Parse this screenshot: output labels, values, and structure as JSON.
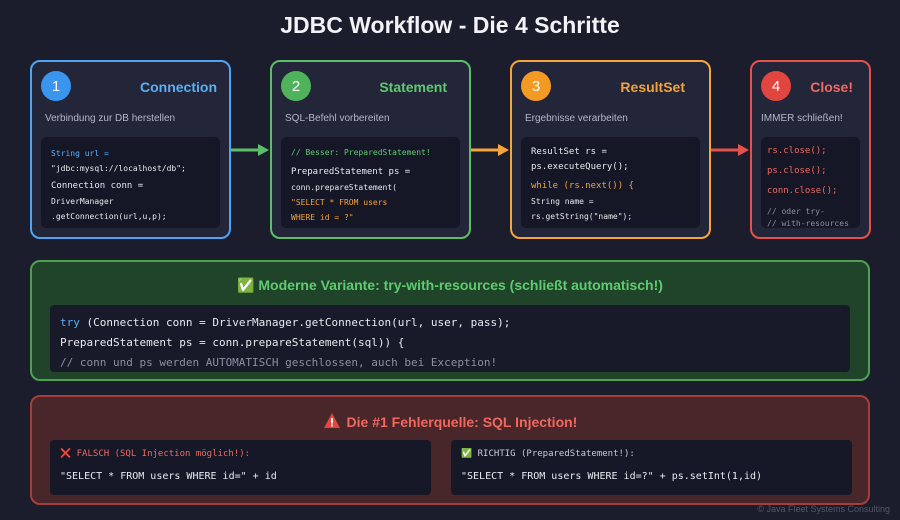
{
  "title": "JDBC Workflow - Die 4 Schritte",
  "steps": [
    {
      "num": "1",
      "name": "Connection",
      "desc": "Verbindung zur DB herstellen",
      "code": [
        "String url =",
        "\"jdbc:mysql://localhost/db\";",
        "Connection conn =",
        "DriverManager",
        ".getConnection(url,u,p);"
      ]
    },
    {
      "num": "2",
      "name": "Statement",
      "desc": "SQL-Befehl vorbereiten",
      "code": [
        "// Besser: PreparedStatement!",
        "PreparedStatement ps =",
        "conn.prepareStatement(",
        "\"SELECT * FROM users",
        "WHERE id = ?\""
      ]
    },
    {
      "num": "3",
      "name": "ResultSet",
      "desc": "Ergebnisse verarbeiten",
      "code": [
        "ResultSet rs =",
        "ps.executeQuery();",
        "while (rs.next()) {",
        "String name =",
        "rs.getString(\"name\");"
      ]
    },
    {
      "num": "4",
      "name": "Close!",
      "desc": "IMMER schließen!",
      "code": [
        "rs.close();",
        "ps.close();",
        "conn.close();",
        "// oder try-",
        "// with-resources"
      ]
    }
  ],
  "modern": {
    "icon": "✅",
    "title": "Moderne Variante: try-with-resources (schließt automatisch!)",
    "kw": "try",
    "line1": " (Connection conn = DriverManager.getConnection(url, user, pass);",
    "line2": "PreparedStatement ps = conn.prepareStatement(sql)) {",
    "line3": "// conn und ps werden AUTOMATISCH geschlossen, auch bei Exception!"
  },
  "injection": {
    "title": "Die #1 Fehlerquelle: SQL Injection!",
    "wrong_icon": "❌",
    "wrong_label": "FALSCH (SQL Injection möglich!):",
    "wrong_code": "\"SELECT * FROM users WHERE id=\" + id",
    "right_icon": "✅",
    "right_label": "RICHTIG (PreparedStatement!):",
    "right_code": "\"SELECT * FROM users WHERE id=?\" + ps.setInt(1,id)"
  },
  "footer": "© Java Fleet Systems Consulting",
  "colors": {
    "blue": "#4ea4f2",
    "green": "#5cbf68",
    "orange": "#f5a53a",
    "red": "#e5524c"
  }
}
